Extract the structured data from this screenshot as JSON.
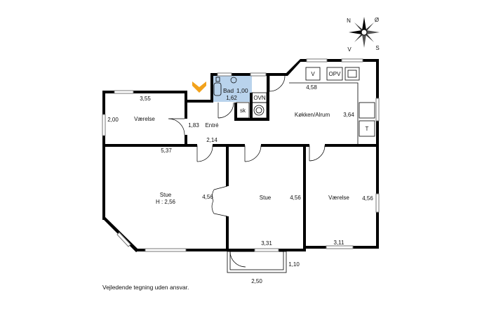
{
  "rooms": {
    "vaerelse_small": "Værelse",
    "entre": "Entré",
    "bad": "Bad",
    "kokken": "Køkken/Alrum",
    "stue_left": "Stue",
    "stue_height": "H : 2,56",
    "stue_mid": "Stue",
    "vaerelse_right": "Værelse"
  },
  "fixtures": {
    "ovn": "OVN",
    "sk": "sk",
    "v": "V",
    "opv": "OPV",
    "t": "T"
  },
  "dimensions": {
    "d355": "3,55",
    "d200": "2,00",
    "d537": "5,37",
    "d183": "1,83",
    "d214": "2,14",
    "d100": "1,00",
    "d162": "1,62",
    "d458": "4,58",
    "d364": "3,64",
    "d456a": "4,56",
    "d456b": "4,56",
    "d456c": "4,56",
    "d331": "3,31",
    "d311": "3,11",
    "d110": "1,10",
    "d250": "2,50"
  },
  "compass": {
    "n": "N",
    "o": "Ø",
    "v": "V",
    "s": "S"
  },
  "colors": {
    "wall": "#000000",
    "bath_fill": "#b9d3ec",
    "entrance_marker": "#f2a21b",
    "window": "#ffffff"
  },
  "disclaimer": "Vejledende tegning uden ansvar."
}
